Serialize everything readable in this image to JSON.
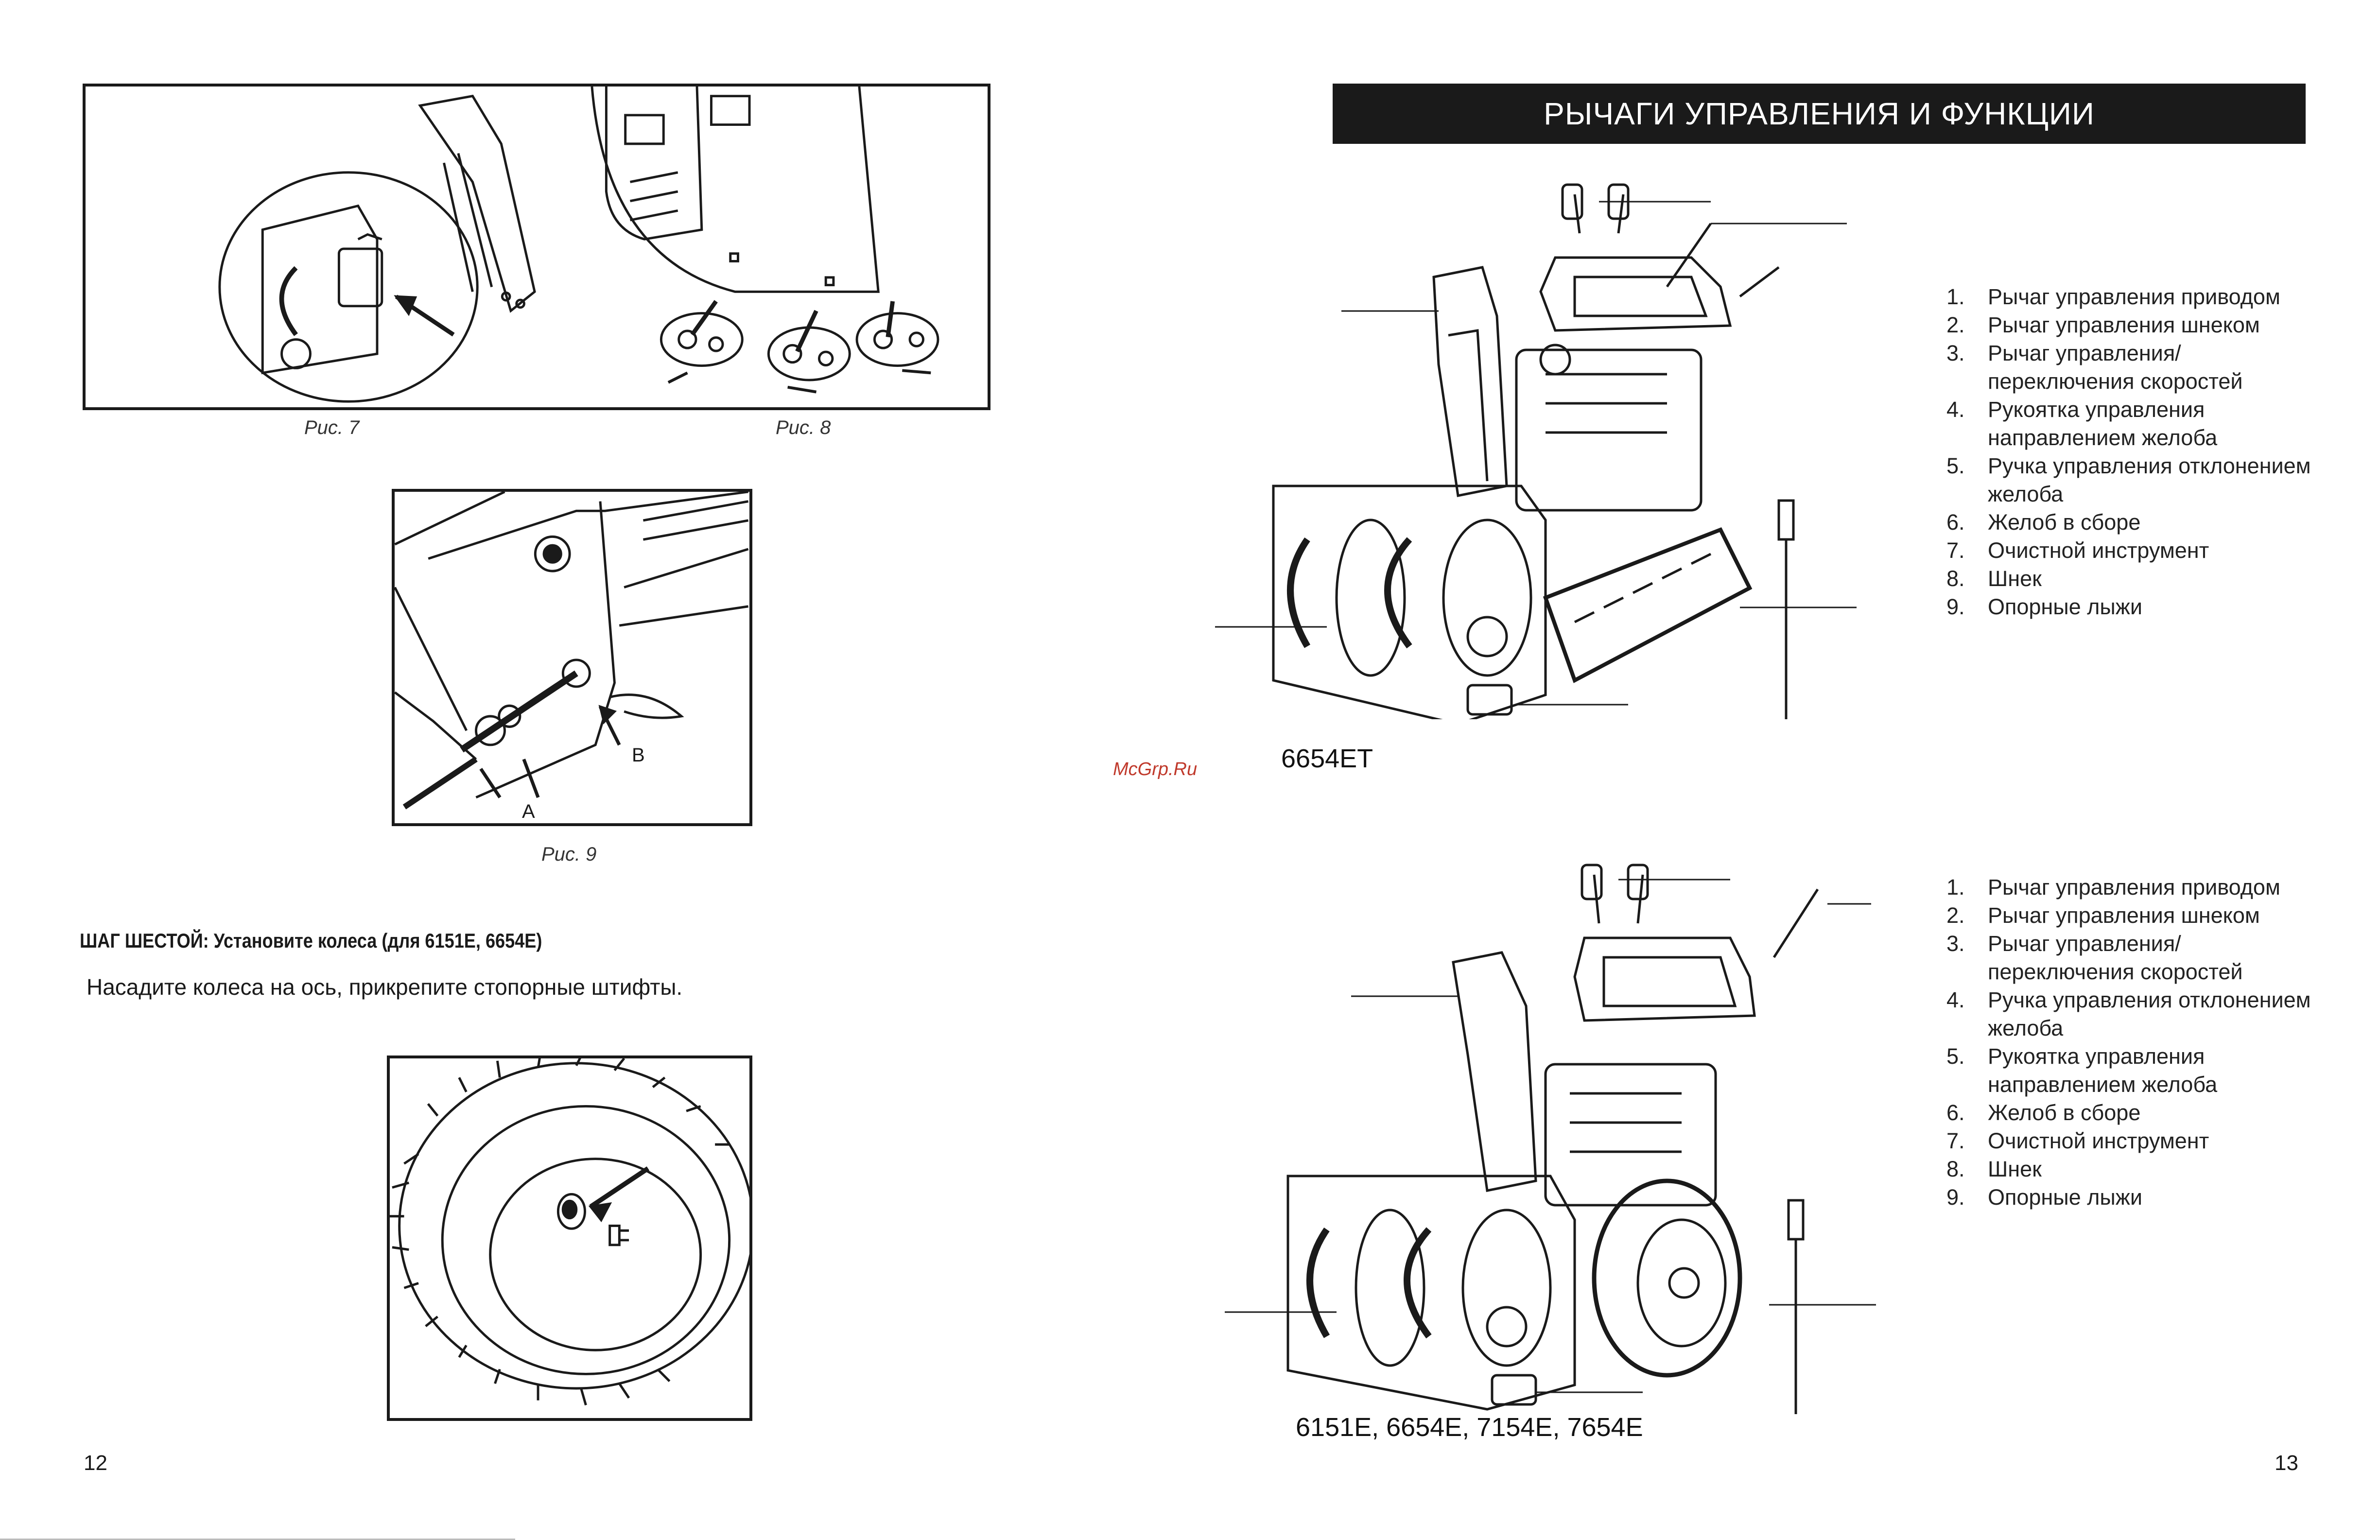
{
  "left_page": {
    "fig7_caption": "Рис. 7",
    "fig8_caption": "Рис. 8",
    "fig9_caption": "Рис. 9",
    "fig9_label_a": "A",
    "fig9_label_b": "B",
    "step_title": "ШАГ ШЕСТОЙ: Установите колеса (для 6151E, 6654E)",
    "step_body": "Насадите колеса на ось, прикрепите стопорные штифты.",
    "page_number": "12"
  },
  "right_page": {
    "banner_title": "РЫЧАГИ УПРАВЛЕНИЯ И ФУНКЦИИ",
    "model_top": "6654ET",
    "model_bottom": "6151E, 6654E, 7154E, 7654E",
    "watermark": "McGrp.Ru",
    "page_number": "13",
    "legend_top": [
      {
        "num": "1.",
        "text": "Рычаг управления приводом"
      },
      {
        "num": "2.",
        "text": "Рычаг управления шнеком"
      },
      {
        "num": "3.",
        "text": "Рычаг управления/ переключения скоростей"
      },
      {
        "num": "4.",
        "text": "Рукоятка управления направлением желоба"
      },
      {
        "num": "5.",
        "text": "Ручка управления отклонением желоба"
      },
      {
        "num": "6.",
        "text": "Желоб в сборе"
      },
      {
        "num": "7.",
        "text": "Очистной инструмент"
      },
      {
        "num": "8.",
        "text": "Шнек"
      },
      {
        "num": "9.",
        "text": "Опорные лыжи"
      }
    ],
    "legend_bottom": [
      {
        "num": "1.",
        "text": "Рычаг управления приводом"
      },
      {
        "num": "2.",
        "text": "Рычаг управления шнеком"
      },
      {
        "num": "3.",
        "text": "Рычаг управления/ переключения скоростей"
      },
      {
        "num": "4.",
        "text": "Ручка управления отклонением желоба"
      },
      {
        "num": "5.",
        "text": "Рукоятка управления направлением желоба"
      },
      {
        "num": "6.",
        "text": "Желоб в сборе"
      },
      {
        "num": "7.",
        "text": "Очистной инструмент"
      },
      {
        "num": "8.",
        "text": "Шнек"
      },
      {
        "num": "9.",
        "text": "Опорные лыжи"
      }
    ]
  }
}
